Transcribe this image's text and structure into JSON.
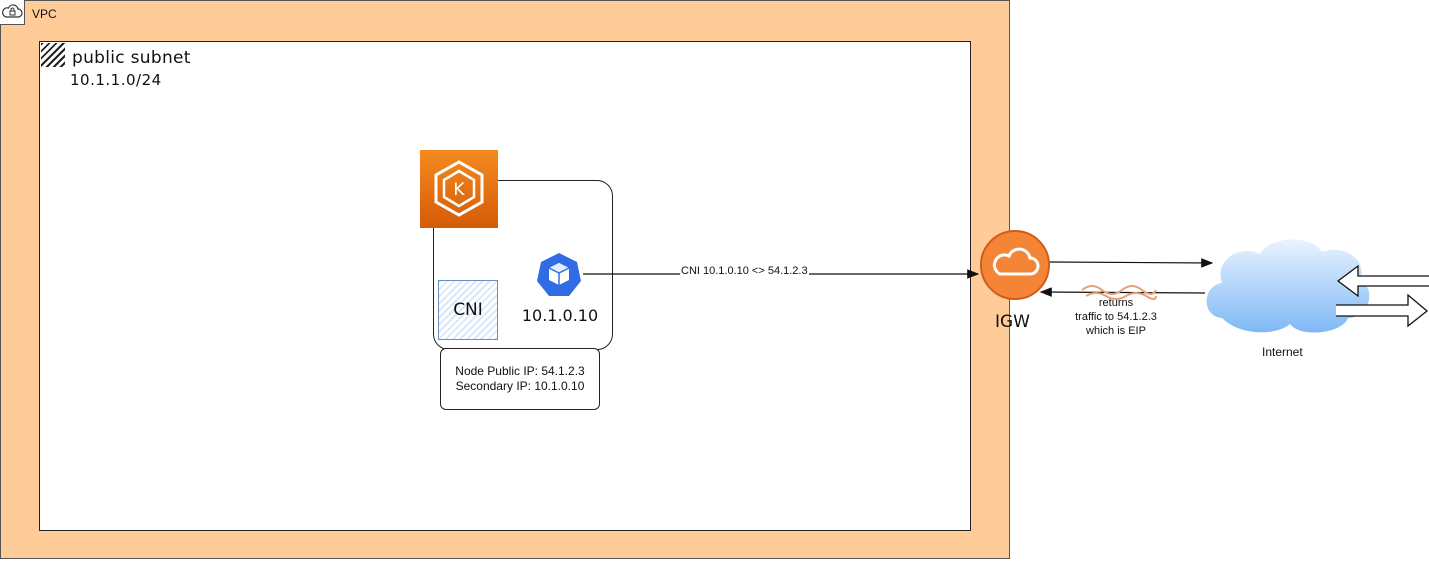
{
  "vpc": {
    "label": "VPC",
    "icon": "cloud-lock-icon",
    "fill": "#FFCB99"
  },
  "subnet": {
    "title": "public subnet",
    "cidr": "10.1.1.0/24"
  },
  "node": {
    "logo": "eks-icon",
    "cni_label": "CNI",
    "pod_icon": "kubernetes-pod-icon",
    "pod_ip": "10.1.0.10",
    "public_ip_line": "Node Public IP: 54.1.2.3",
    "secondary_ip_line": "Secondary IP: 10.1.0.10"
  },
  "edges": {
    "cni_label": "CNI 10.1.0.10 <> 54.1.2.3",
    "return_line1": "returns",
    "return_line2": "traffic to 54.1.2.3",
    "return_line3": "which is EIP"
  },
  "igw": {
    "label": "IGW",
    "icon": "internet-gateway-cloud-icon",
    "color": "#F58536"
  },
  "internet": {
    "label": "Internet",
    "icon": "cloud-icon"
  }
}
